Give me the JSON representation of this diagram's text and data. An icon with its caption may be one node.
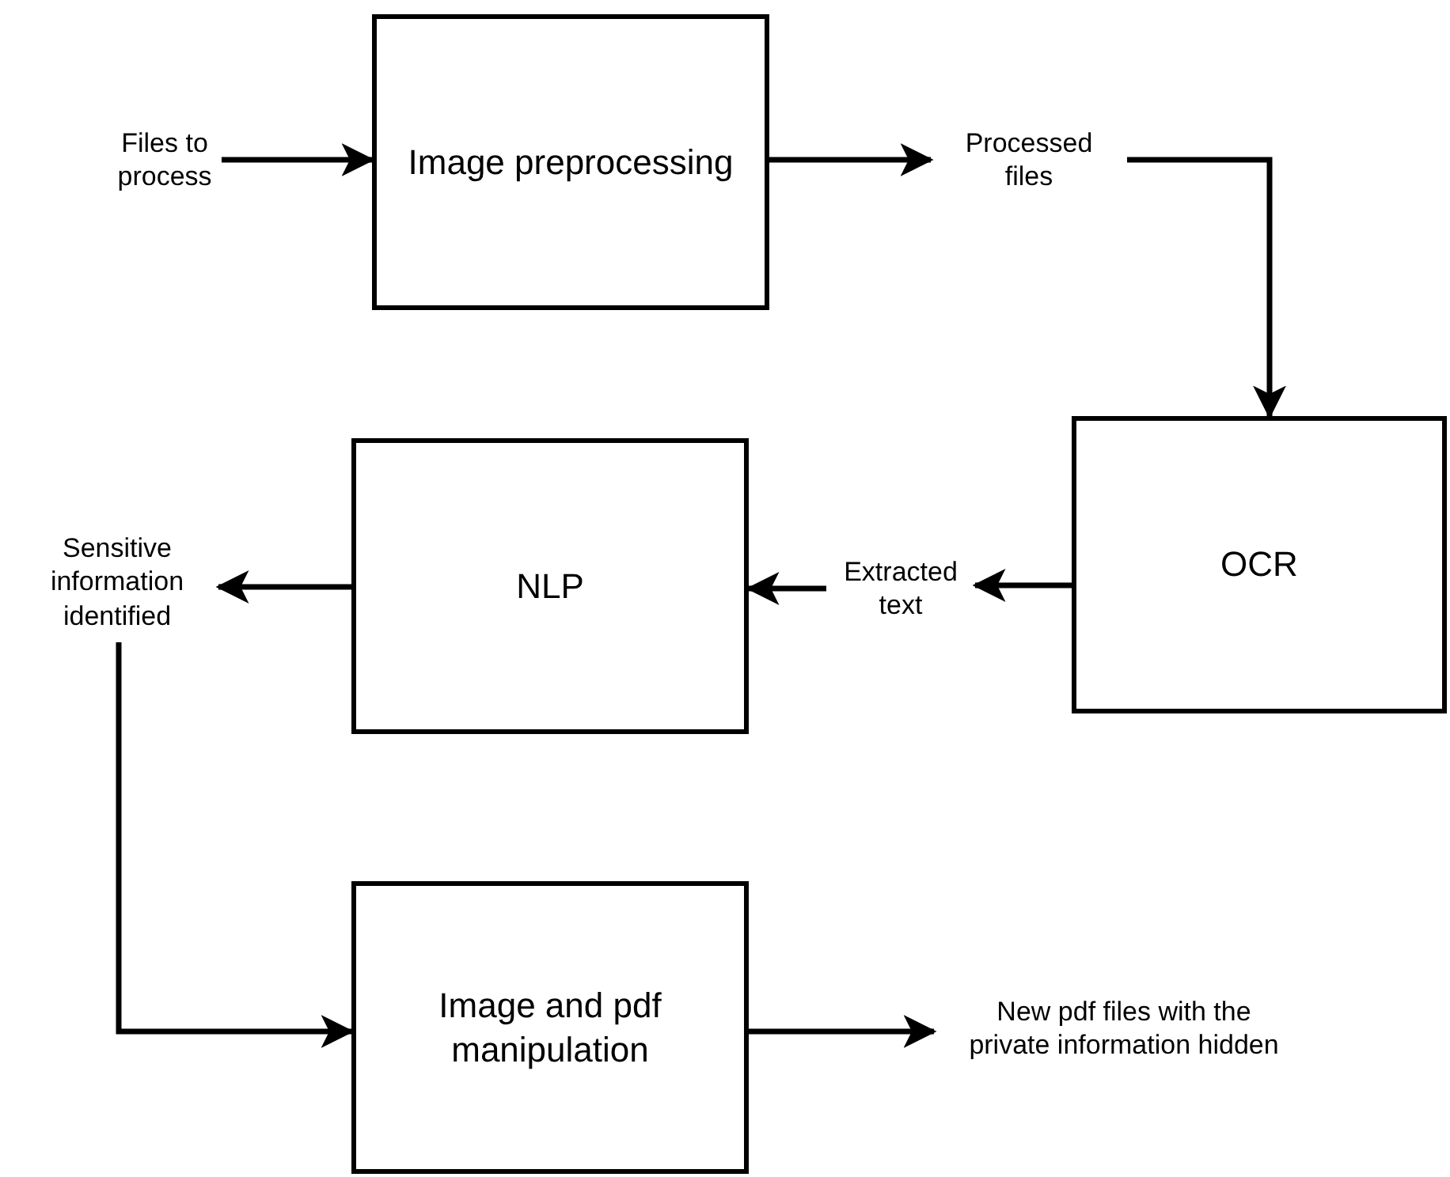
{
  "diagram": {
    "nodes": [
      {
        "text": [
          "Files to process"
        ]
      },
      {
        "text": [
          "Image preprocessing"
        ]
      },
      {
        "text": [
          "Processed files"
        ]
      },
      {
        "text": [
          "OCR"
        ]
      },
      {
        "text": [
          "Extracted text"
        ]
      },
      {
        "text": [
          "NLP"
        ]
      },
      {
        "text": [
          "Sensitive information identified"
        ]
      },
      {
        "text": [
          "Image and pdf manipulation"
        ]
      },
      {
        "text": [
          "New pdf files with the private information hidden"
        ]
      }
    ],
    "edges": [
      {
        "from": 0,
        "to": 1,
        "arrow": "to"
      },
      {
        "from": 1,
        "to": 2,
        "arrow": "to"
      },
      {
        "from": 2,
        "to": 3,
        "arrow": "to"
      },
      {
        "from": 3,
        "to": 4,
        "arrow": "to"
      },
      {
        "from": 4,
        "to": 5,
        "arrow": "to"
      },
      {
        "from": 5,
        "to": 6,
        "arrow": "to"
      },
      {
        "from": 6,
        "to": 7,
        "arrow": "to"
      },
      {
        "from": 7,
        "to": 8,
        "arrow": "to"
      }
    ]
  }
}
